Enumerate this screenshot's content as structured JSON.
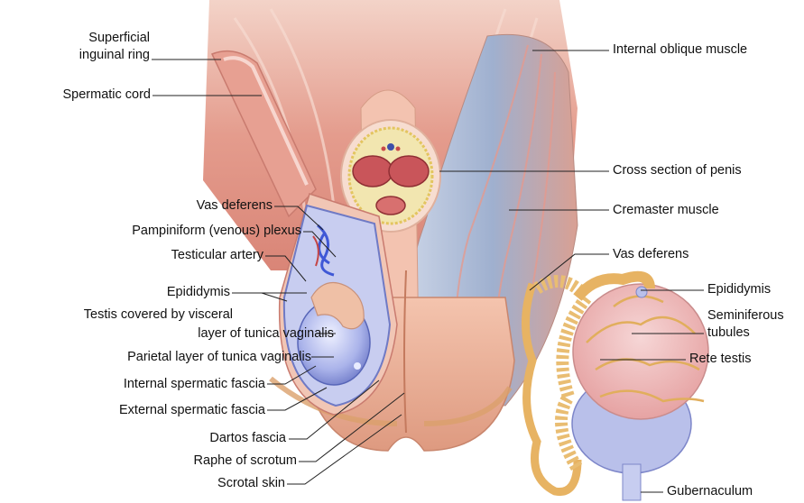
{
  "labels": {
    "left": {
      "superficial_inguinal_ring_1": "Superficial",
      "superficial_inguinal_ring_2": "inguinal ring",
      "spermatic_cord": "Spermatic cord",
      "vas_deferens": "Vas deferens",
      "pampiniform_plexus": "Pampiniform (venous) plexus",
      "testicular_artery": "Testicular artery",
      "epididymis": "Epididymis",
      "testis_1": "Testis covered by visceral",
      "testis_2": "layer of tunica vaginalis",
      "parietal_layer": "Parietal layer of tunica vaginalis",
      "internal_spermatic_fascia": "Internal spermatic fascia",
      "external_spermatic_fascia": "External spermatic fascia",
      "dartos_fascia": "Dartos fascia",
      "raphe_of_scrotum": "Raphe of scrotum",
      "scrotal_skin": "Scrotal skin"
    },
    "right": {
      "internal_oblique_muscle": "Internal oblique muscle",
      "cross_section_of_penis": "Cross section of penis",
      "cremaster_muscle": "Cremaster muscle",
      "vas_deferens": "Vas deferens",
      "epididymis": "Epididymis",
      "seminiferous_tubules_1": "Seminiferous",
      "seminiferous_tubules_2": "tubules",
      "rete_testis": "Rete testis",
      "gubernaculum": "Gubernaculum"
    }
  },
  "colors": {
    "muscle": "#e09a8a",
    "muscle_dark": "#c0645a",
    "cord": "#e4a79c",
    "skin": "#f0b9a2",
    "fascia": "#dba06b",
    "tunica": "#b9bfe8",
    "tunica_dark": "#7d86c9",
    "vessel_blue": "#5b6fd0",
    "tubule": "#e7b363",
    "leader": "#222222"
  }
}
